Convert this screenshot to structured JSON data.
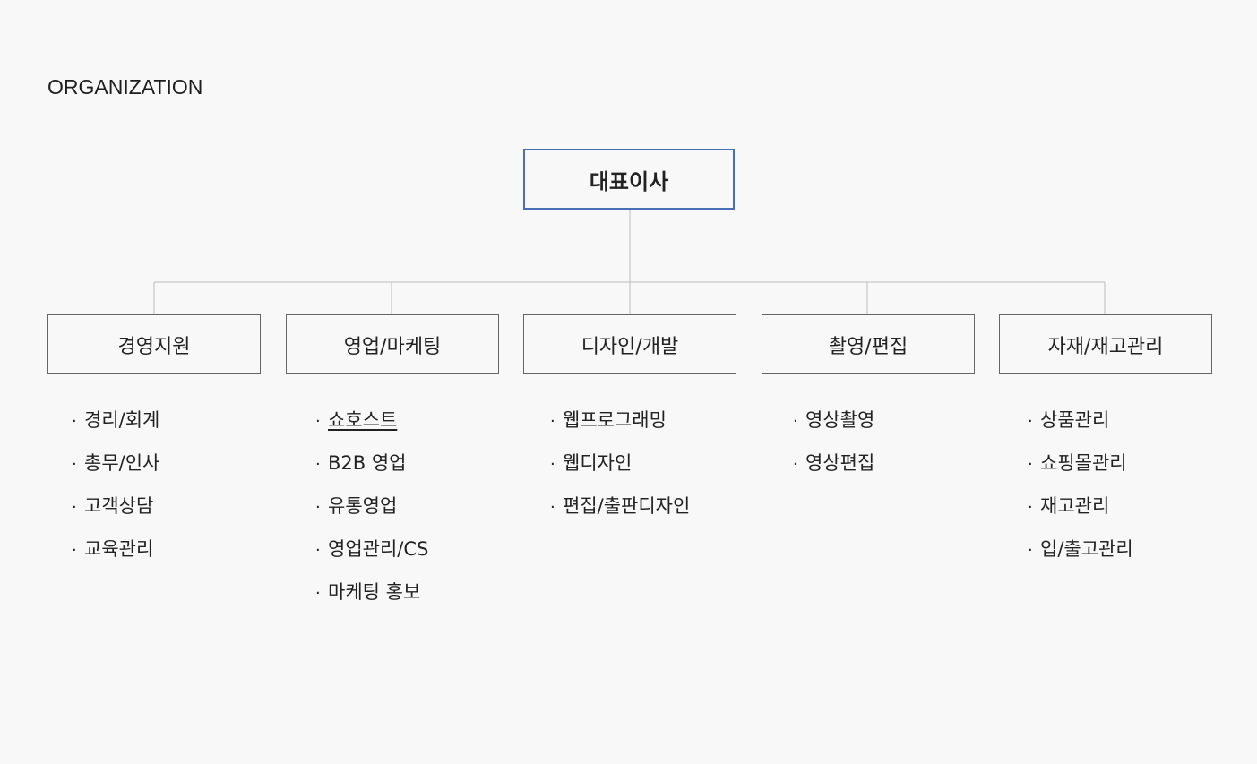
{
  "page": {
    "title": "ORGANIZATION"
  },
  "chart": {
    "root": {
      "label": "대표이사"
    },
    "departments": [
      {
        "label": "경영지원",
        "items": [
          "경리/회계",
          "총무/인사",
          "고객상담",
          "교육관리"
        ]
      },
      {
        "label": "영업/마케팅",
        "items": [
          "쇼호스트",
          "B2B 영업",
          "유통영업",
          "영업관리/CS",
          "마케팅 홍보"
        ]
      },
      {
        "label": "디자인/개발",
        "items": [
          "웹프로그래밍",
          "웹디자인",
          "편집/출판디자인"
        ]
      },
      {
        "label": "촬영/편집",
        "items": [
          "영상촬영",
          "영상편집"
        ]
      },
      {
        "label": "자재/재고관리",
        "items": [
          "상품관리",
          "쇼핑몰관리",
          "재고관리",
          "입/출고관리"
        ]
      }
    ],
    "bullet": "·"
  },
  "colors": {
    "background": "#f8f8f8",
    "root_border": "#4a6fb5",
    "dept_border": "#666666",
    "connector": "#bbbbbb",
    "text": "#222222"
  }
}
